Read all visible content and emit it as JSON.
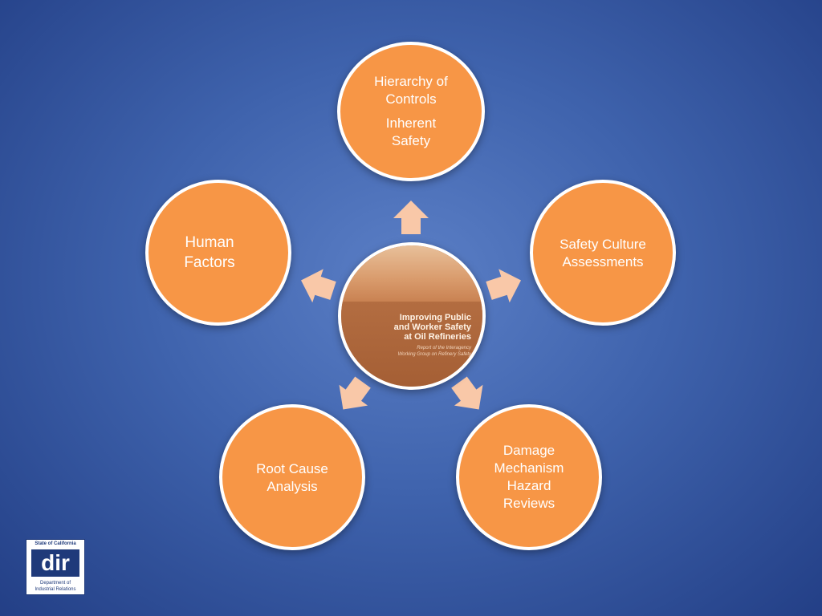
{
  "nodes": {
    "top": {
      "lines": [
        "Hierarchy of",
        "Controls"
      ],
      "sub_lines": [
        "Inherent",
        "Safety"
      ]
    },
    "right": {
      "lines": [
        "Safety Culture",
        "Assessments"
      ]
    },
    "bottom_right": {
      "lines": [
        "Damage",
        "Mechanism",
        "Hazard",
        "Reviews"
      ]
    },
    "bottom_left": {
      "lines": [
        "Root Cause",
        "Analysis"
      ]
    },
    "left": {
      "lines": [
        "Human",
        "Factors"
      ]
    }
  },
  "center": {
    "title_lines": [
      "Improving Public",
      "and Worker Safety",
      "at Oil Refineries"
    ],
    "subtitle_lines": [
      "Report of the Interagency",
      "Working Group on Refinery Safety"
    ]
  },
  "logo": {
    "top": "State of California",
    "mark": "dir",
    "bottom_lines": [
      "Department of",
      "Industrial Relations"
    ]
  },
  "colors": {
    "node_fill": "#f79646",
    "node_border": "#ffffff",
    "arrow_fill": "#f9c8a8",
    "background": "#3f63ad"
  }
}
